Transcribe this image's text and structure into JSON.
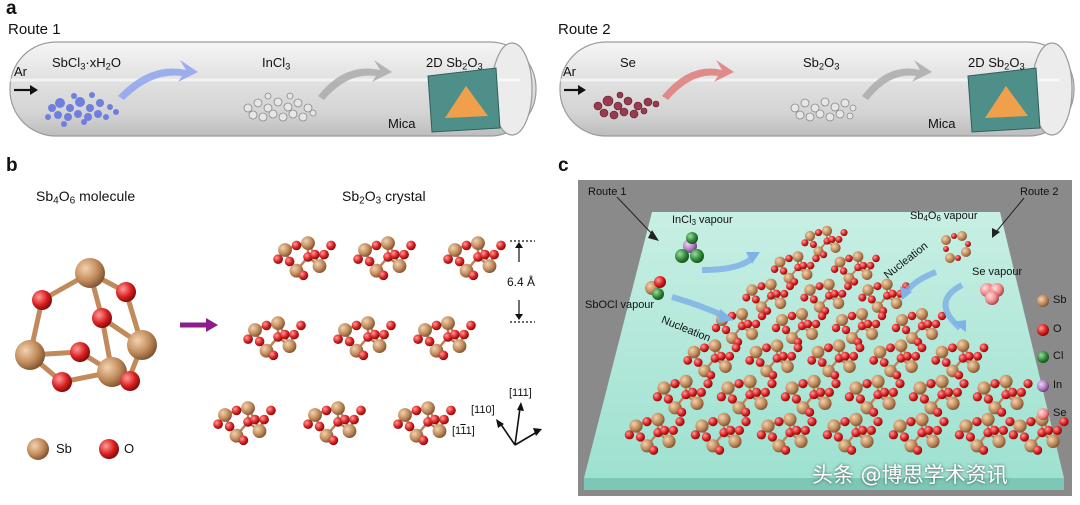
{
  "panel_a": {
    "label": "a",
    "route1": {
      "title": "Route 1",
      "carrier": "Ar",
      "precursor": {
        "base": "SbCl",
        "sub": "3",
        "rest": "·xH",
        "sub2": "2",
        "end": "O"
      },
      "intermediate": {
        "base": "InCl",
        "sub": "3"
      },
      "product": {
        "base": "2D Sb",
        "sub": "2",
        "rest": "O",
        "sub2": "3"
      },
      "substrate": "Mica"
    },
    "route2": {
      "title": "Route 2",
      "carrier": "Ar",
      "precursor": "Se",
      "intermediate": {
        "base": "Sb",
        "sub": "2",
        "rest": "O",
        "sub2": "3"
      },
      "product": {
        "base": "2D Sb",
        "sub": "2",
        "rest": "O",
        "sub2": "3"
      },
      "substrate": "Mica"
    }
  },
  "panel_b": {
    "label": "b",
    "molecule_title": {
      "base": "Sb",
      "sub": "4",
      "rest": "O",
      "sub2": "6",
      "end": " molecule"
    },
    "crystal_title": {
      "base": "Sb",
      "sub": "2",
      "rest": "O",
      "sub2": "3",
      "end": " crystal"
    },
    "spacing": "6.4 Å",
    "directions": [
      "[111]",
      "[110]",
      "[1",
      "1]"
    ],
    "legend": [
      {
        "name": "Sb",
        "color": "#c08a5a"
      },
      {
        "name": "O",
        "color": "#d81e1e"
      }
    ]
  },
  "panel_c": {
    "label": "c",
    "route1": "Route 1",
    "route2": "Route 2",
    "incl3_vapour": {
      "base": "InCl",
      "sub": "3",
      "end": " vapour"
    },
    "sb4o6_vapour": {
      "base": "Sb",
      "sub": "4",
      "rest": "O",
      "sub2": "6",
      "end": " vapour"
    },
    "se_vapour": "Se vapour",
    "sbocl_vapour": "SbOCl vapour",
    "nucleation_left": "Nucleation",
    "nucleation_right": "Nucleation",
    "legend": [
      {
        "name": "Sb",
        "color": "#c08a5a"
      },
      {
        "name": "O",
        "color": "#d81e1e"
      },
      {
        "name": "Cl",
        "color": "#2e8a3a"
      },
      {
        "name": "In",
        "color": "#b07ac0"
      },
      {
        "name": "Se",
        "color": "#f08a8a"
      }
    ]
  },
  "watermark": "头条 @博思学术资讯"
}
